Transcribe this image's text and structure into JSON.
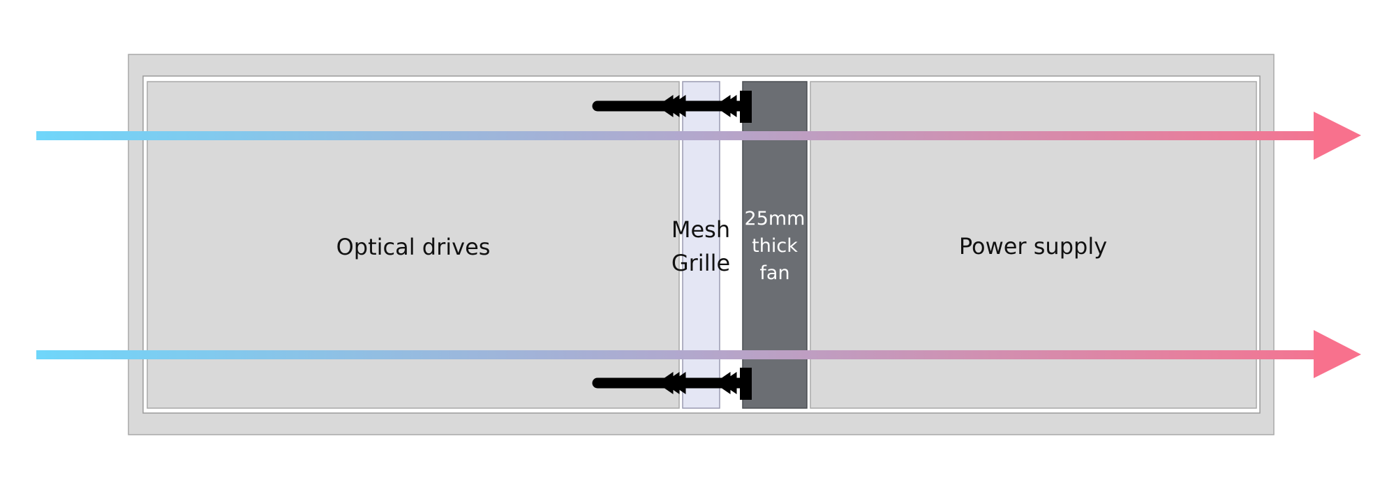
{
  "labels": {
    "optical_drives": "Optical drives",
    "mesh_line1": "Mesh",
    "mesh_line2": "Grille",
    "fan_line1": "25mm",
    "fan_line2": "thick",
    "fan_line3": "fan",
    "power_supply": "Power supply"
  },
  "colors": {
    "chassis_fill": "#d9d9d9",
    "bay_fill": "#d9d9d9",
    "mesh_fill": "#e4e6f4",
    "fan_fill": "#6b6e73",
    "airflow_start": "#6fd6fa",
    "airflow_end": "#f8718d",
    "screw": "#000000",
    "text_dark": "#111111",
    "text_light": "#ffffff"
  }
}
